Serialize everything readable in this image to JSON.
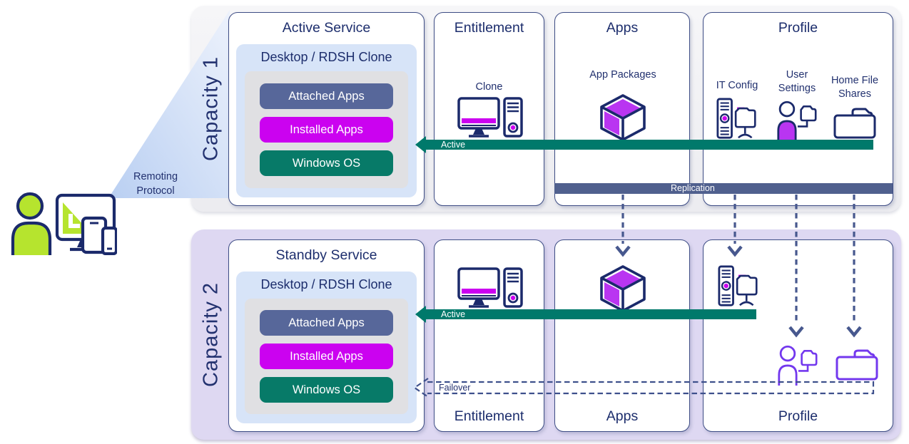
{
  "capacity1": {
    "label": "Capacity 1"
  },
  "capacity2": {
    "label": "Capacity 2"
  },
  "remoting": {
    "label": "Remoting Protocol"
  },
  "services": {
    "active": {
      "title": "Active Service",
      "box_title": "Desktop / RDSH Clone",
      "layers": [
        "Attached Apps",
        "Installed Apps",
        "Windows OS"
      ]
    },
    "standby": {
      "title": "Standby Service",
      "box_title": "Desktop / RDSH Clone",
      "layers": [
        "Attached Apps",
        "Installed Apps",
        "Windows OS"
      ]
    }
  },
  "panels": {
    "entitlement_top": {
      "title": "Entitlement",
      "item": "Clone"
    },
    "apps_top": {
      "title": "Apps",
      "item": "App Packages"
    },
    "profile_top": {
      "title": "Profile",
      "items": [
        "IT Config",
        "User Settings",
        "Home File Shares"
      ]
    },
    "entitlement_bottom": {
      "title": "Entitlement"
    },
    "apps_bottom": {
      "title": "Apps"
    },
    "profile_bottom": {
      "title": "Profile"
    }
  },
  "flows": {
    "active_top": "Active",
    "active_bottom": "Active",
    "replication": "Replication",
    "failover": "Failover"
  },
  "colors": {
    "navy": "#1e2f6e",
    "teal": "#00796b",
    "slate": "#50608e",
    "magenta": "#cb02f0",
    "purple": "#b935f1",
    "violet": "#7338ee",
    "green": "#b6e42e"
  }
}
